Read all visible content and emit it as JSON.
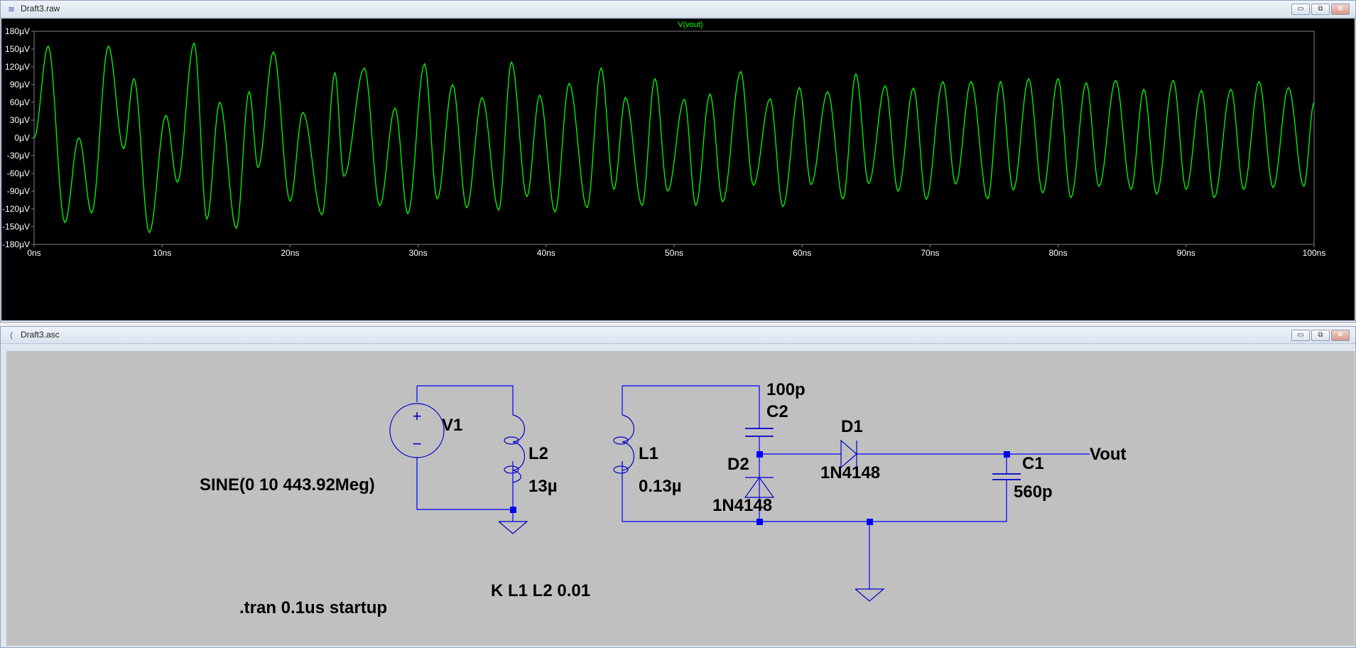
{
  "waveform_window": {
    "title": "Draft3.raw",
    "buttons": {
      "minimize": "▭",
      "restore": "⧉",
      "close": "✕"
    }
  },
  "schematic_window": {
    "title": "Draft3.asc",
    "buttons": {
      "minimize": "▭",
      "restore": "⧉",
      "close": "✕"
    }
  },
  "colors": {
    "trace": "#00ff00",
    "plot_background": "#000000",
    "axis_text": "#ffffff",
    "wire": "#0000ff",
    "schematic_background": "#c0c0c0",
    "component": "#0000cc"
  },
  "chart_data": {
    "type": "line",
    "title": "V(vout)",
    "xlabel": "",
    "ylabel": "",
    "x_ticks": [
      "0ns",
      "10ns",
      "20ns",
      "30ns",
      "40ns",
      "50ns",
      "60ns",
      "70ns",
      "80ns",
      "90ns",
      "100ns"
    ],
    "y_ticks": [
      "180µV",
      "150µV",
      "120µV",
      "90µV",
      "60µV",
      "30µV",
      "0µV",
      "-30µV",
      "-60µV",
      "-90µV",
      "-120µV",
      "-150µV",
      "-180µV"
    ],
    "xlim": [
      0,
      100
    ],
    "ylim": [
      -180,
      180
    ],
    "x_unit": "ns",
    "y_unit": "µV",
    "grid": false,
    "series": [
      {
        "name": "V(vout)",
        "x": [
          0,
          1.1,
          2.4,
          3.5,
          4.5,
          5.8,
          7.0,
          7.8,
          9.0,
          10.3,
          11.2,
          12.5,
          13.5,
          14.5,
          15.8,
          16.8,
          17.5,
          18.7,
          20,
          21,
          22.5,
          23.5,
          24.2,
          25.8,
          27,
          28.2,
          29.2,
          30.5,
          31.5,
          32.7,
          33.8,
          35,
          36.3,
          37.3,
          38.5,
          39.5,
          40.7,
          41.8,
          43.2,
          44.3,
          45.3,
          46.2,
          47.5,
          48.5,
          49.5,
          50.8,
          51.7,
          52.8,
          53.8,
          55.2,
          56.2,
          57.5,
          58.5,
          59.8,
          60.7,
          62,
          63.2,
          64.2,
          65.2,
          66.5,
          67.5,
          68.7,
          69.7,
          71,
          72,
          73.2,
          74.5,
          75.5,
          76.5,
          77.7,
          78.8,
          80,
          81,
          82.2,
          83.2,
          84.5,
          85.7,
          86.7,
          87.7,
          89,
          90,
          91.2,
          92.2,
          93.5,
          94.5,
          95.7,
          96.8,
          98,
          99.2,
          100
        ],
        "y": [
          0,
          155,
          -143,
          0,
          -127,
          155,
          -18,
          100,
          -160,
          38,
          -75,
          160,
          -137,
          60,
          -153,
          78,
          -50,
          145,
          -107,
          43,
          -130,
          110,
          -65,
          118,
          -115,
          50,
          -128,
          125,
          -103,
          90,
          -118,
          68,
          -122,
          128,
          -99,
          72,
          -125,
          92,
          -118,
          118,
          -87,
          68,
          -114,
          100,
          -90,
          65,
          -114,
          74,
          -108,
          112,
          -80,
          66,
          -116,
          85,
          -79,
          78,
          -103,
          108,
          -77,
          88,
          -90,
          84,
          -104,
          95,
          -78,
          95,
          -103,
          95,
          -88,
          100,
          -93,
          100,
          -101,
          93,
          -82,
          97,
          -87,
          82,
          -95,
          97,
          -87,
          80,
          -101,
          82,
          -87,
          95,
          -84,
          85,
          -82,
          60
        ]
      }
    ]
  },
  "schematic": {
    "labels": {
      "v1": "V1",
      "v1_value": "SINE(0 10 443.92Meg)",
      "l2": "L2",
      "l2_value": "13µ",
      "l1": "L1",
      "l1_value": "0.13µ",
      "c2_value": "100p",
      "c2": "C2",
      "d2": "D2",
      "d2_model": "1N4148",
      "d1": "D1",
      "d1_model": "1N4148",
      "c1": "C1",
      "c1_value": "560p",
      "vout": "Vout",
      "coupling": "K L1 L2 0.01",
      "tran": ".tran 0.1us startup"
    },
    "source_plus": "+",
    "source_minus": "−"
  }
}
